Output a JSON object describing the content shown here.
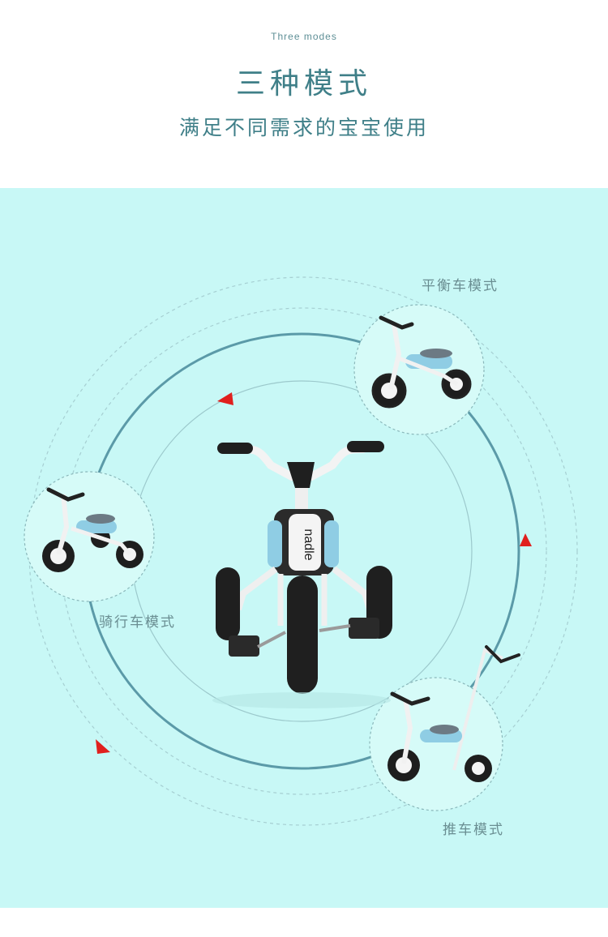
{
  "header": {
    "subtitle_en": "Three modes",
    "title_cn": "三种模式",
    "subtitle_cn": "满足不同需求的宝宝使用"
  },
  "modes": {
    "balance": "平衡车模式",
    "riding": "骑行车模式",
    "push": "推车模式"
  },
  "product": {
    "brand_on_seat": "nadle"
  },
  "colors": {
    "panel_bg": "#c8f8f6",
    "accent_text": "#3f7f88",
    "arrow_red": "#e0201e",
    "trike_blue": "#8fcde4",
    "ring": "#5b9aa8"
  }
}
